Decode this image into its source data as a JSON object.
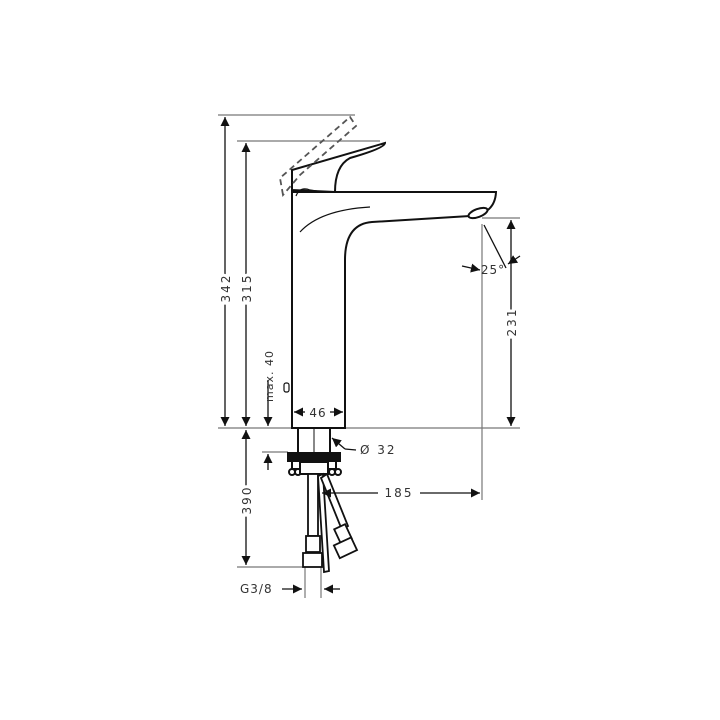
{
  "drawing": {
    "type": "technical-dimension-drawing",
    "subject": "single-lever basin mixer tap",
    "line_color": "#1a1a1a",
    "dim_color": "#555555",
    "background": "#ffffff"
  },
  "dimensions": {
    "total_height_lever_up": "342",
    "total_height": "315",
    "max_deck_thickness": "max. 40",
    "body_width": "46",
    "spout_height": "231",
    "spout_angle": "25°",
    "base_diameter": "Ø 32",
    "spout_reach": "185",
    "hose_length": "390",
    "connection_thread": "G3/8"
  }
}
